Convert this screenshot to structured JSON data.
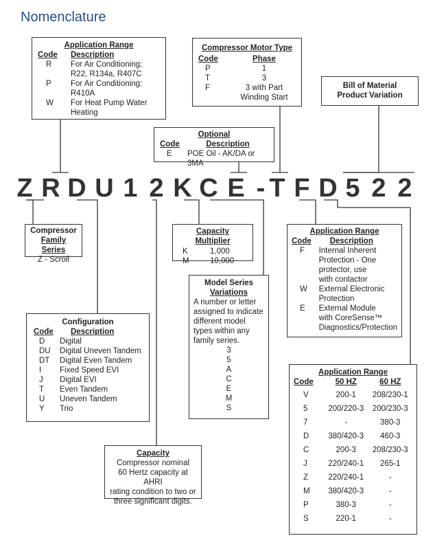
{
  "title": "Nomenclature",
  "model_chars": [
    "Z",
    "R",
    "D",
    "U",
    "1",
    "2",
    "K",
    "C",
    "E",
    "-",
    "T",
    "F",
    "D",
    "5",
    "2",
    "2"
  ],
  "app_range_1": {
    "heading": "Application Range",
    "col_code": "Code",
    "col_desc": "Description",
    "rows": [
      {
        "code": "R",
        "desc": "For Air Conditioning:",
        "desc2": "R22, R134a, R407C"
      },
      {
        "code": "P",
        "desc": "For Air Conditioning:",
        "desc2": "R410A"
      },
      {
        "code": "W",
        "desc": "For Heat Pump Water",
        "desc2": "Heating"
      }
    ]
  },
  "motor_type": {
    "heading": "Compressor Motor Type",
    "col_code": "Code",
    "col_phase": "Phase",
    "rows": [
      {
        "code": "P",
        "phase": "1",
        "phase2": ""
      },
      {
        "code": "T",
        "phase": "3",
        "phase2": ""
      },
      {
        "code": "F",
        "phase": "3 with Part",
        "phase2": "Winding Start"
      }
    ]
  },
  "bom": {
    "line1": "Bill of Material",
    "line2": "Product Variation"
  },
  "optional": {
    "heading": "Optional",
    "col_code": "Code",
    "col_desc": "Description",
    "rows": [
      {
        "code": "E",
        "desc": "POE Oil - AK/DA or 3MA"
      }
    ]
  },
  "family": {
    "heading1": "Compressor",
    "heading2": "Family Series",
    "value": "Z - Scroll"
  },
  "capacity_multiplier": {
    "heading": "Capacity Multiplier",
    "rows": [
      {
        "code": "K",
        "value": "1,000"
      },
      {
        "code": "M",
        "value": "10,000"
      }
    ]
  },
  "app_range_2": {
    "heading": "Application Range",
    "col_code": "Code",
    "col_desc": "Description",
    "rows": [
      {
        "code": "F",
        "lines": [
          "Internal Inherent",
          "Protection - One",
          "protector, use",
          "with contactor"
        ]
      },
      {
        "code": "W",
        "lines": [
          "External Electronic",
          "Protection"
        ]
      },
      {
        "code": "E",
        "lines": [
          "External Module",
          "with CoreSense™",
          "Diagnostics/Protection"
        ]
      }
    ]
  },
  "model_series": {
    "heading1": "Model Series",
    "heading2": "Variations",
    "text": [
      "A number or letter",
      "assigned to indicate",
      "different model",
      "types within any",
      "family series."
    ],
    "values": [
      "3",
      "5",
      "A",
      "C",
      "E",
      "M",
      "S"
    ]
  },
  "configuration": {
    "heading": "Configuration",
    "col_code": "Code",
    "col_desc": "Description",
    "rows": [
      {
        "code": "D",
        "desc": "Digital"
      },
      {
        "code": "DU",
        "desc": "Digital Uneven Tandem"
      },
      {
        "code": "DT",
        "desc": "Digital Even Tandem"
      },
      {
        "code": "I",
        "desc": "Fixed Speed EVI"
      },
      {
        "code": "J",
        "desc": "Digital EVI"
      },
      {
        "code": "T",
        "desc": "Even Tandem"
      },
      {
        "code": "U",
        "desc": "Uneven Tandem"
      },
      {
        "code": "Y",
        "desc": "Trio"
      }
    ]
  },
  "capacity": {
    "heading": "Capacity",
    "lines": [
      "Compressor nominal",
      "60 Hertz capacity at AHRI",
      "rating condition to two or",
      "three significant digits."
    ]
  },
  "app_range_3": {
    "heading": "Application Range",
    "col_code": "Code",
    "col_50": "50 HZ",
    "col_60": "60 HZ",
    "rows": [
      {
        "code": "V",
        "hz50": "200-1",
        "hz60": "208/230-1"
      },
      {
        "code": "5",
        "hz50": "200/220-3",
        "hz60": "200/230-3"
      },
      {
        "code": "7",
        "hz50": "-",
        "hz60": "380-3"
      },
      {
        "code": "D",
        "hz50": "380/420-3",
        "hz60": "460-3"
      },
      {
        "code": "C",
        "hz50": "200-3",
        "hz60": "208/230-3"
      },
      {
        "code": "J",
        "hz50": "220/240-1",
        "hz60": "265-1"
      },
      {
        "code": "Z",
        "hz50": "220/240-1",
        "hz60": "-"
      },
      {
        "code": "M",
        "hz50": "380/420-3",
        "hz60": "-"
      },
      {
        "code": "P",
        "hz50": "380-3",
        "hz60": "-"
      },
      {
        "code": "S",
        "hz50": "220-1",
        "hz60": "-"
      }
    ]
  }
}
